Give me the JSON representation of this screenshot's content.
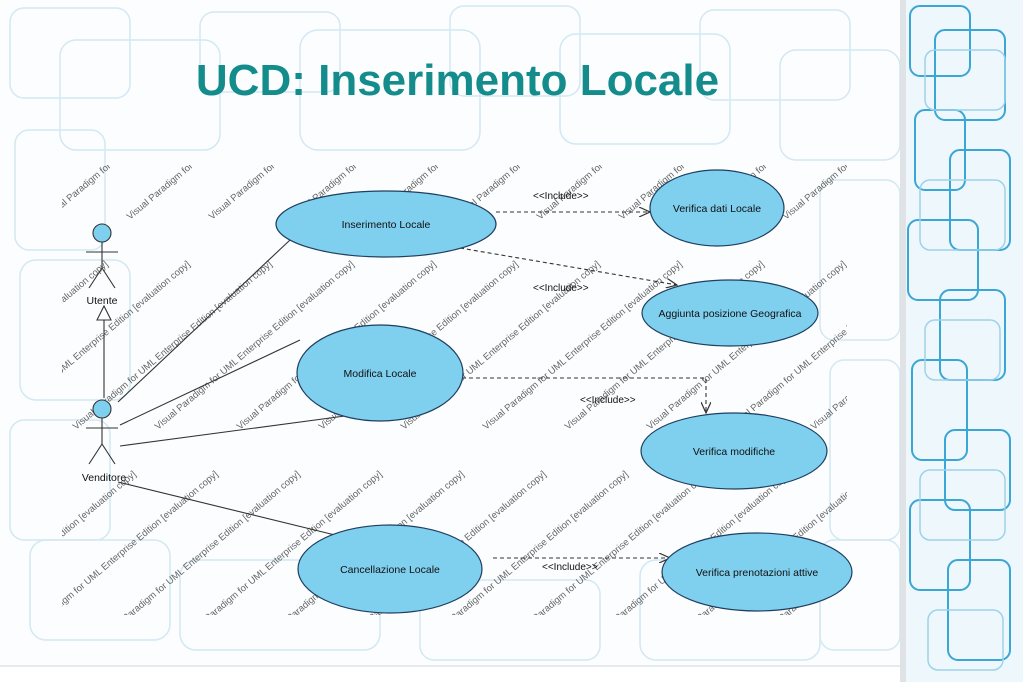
{
  "slide": {
    "title": "UCD: Inserimento Locale"
  },
  "diagram": {
    "actors": [
      {
        "id": "utente",
        "label": "Utente"
      },
      {
        "id": "venditore",
        "label": "Venditore"
      }
    ],
    "use_cases": [
      {
        "id": "inserimento",
        "label": "Inserimento Locale"
      },
      {
        "id": "modifica",
        "label": "Modifica Locale"
      },
      {
        "id": "cancellazione",
        "label": "Cancellazione Locale"
      },
      {
        "id": "verifica_dati",
        "label": "Verifica dati Locale"
      },
      {
        "id": "posizione",
        "label": "Aggiunta posizione Geografica"
      },
      {
        "id": "verifica_modifiche",
        "label": "Verifica modifiche"
      },
      {
        "id": "verifica_prenotazioni",
        "label": "Verifica prenotazioni attive"
      }
    ],
    "include_labels": [
      "<<Include>>",
      "<<Include>>",
      "<<Include>>",
      "<<Include>>"
    ],
    "watermark": "Visual Paradigm for UML Enterprise Edition [evaluation copy]"
  },
  "colors": {
    "title": "#148c8c",
    "use_case_fill": "#7fcfef",
    "use_case_stroke": "#1f3f5f",
    "actor_fill": "#7fcfef",
    "line": "#333333",
    "background_pattern": "#cfe6f2",
    "right_band": "#3aa6d6"
  }
}
